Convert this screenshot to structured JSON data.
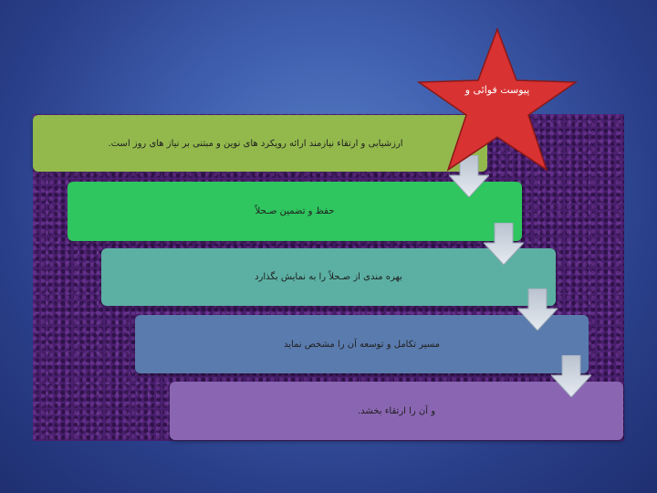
{
  "star": {
    "label": "پیوست فوائی و",
    "color": "#d83232"
  },
  "steps": [
    {
      "text": "ارزشیابی و ارتقاء نیازمند ارائه رویکرد های نوین و مبتنی بر نیاز های روز است.",
      "color": "#93b94d"
    },
    {
      "text": "حفظ و تضمین صـحلاً",
      "color": "#2fc55f"
    },
    {
      "text": "بهره مندی از صـحلاً را به نمایش بگذارد",
      "color": "#5cb0a3"
    },
    {
      "text": "مسیر تکامل و توسعه آن را مشخص نماید",
      "color": "#5a7bad"
    },
    {
      "text": "و آن را ارتقاء بخشد.",
      "color": "#8a66b2"
    }
  ],
  "arrow_icon": "down-arrow-icon"
}
